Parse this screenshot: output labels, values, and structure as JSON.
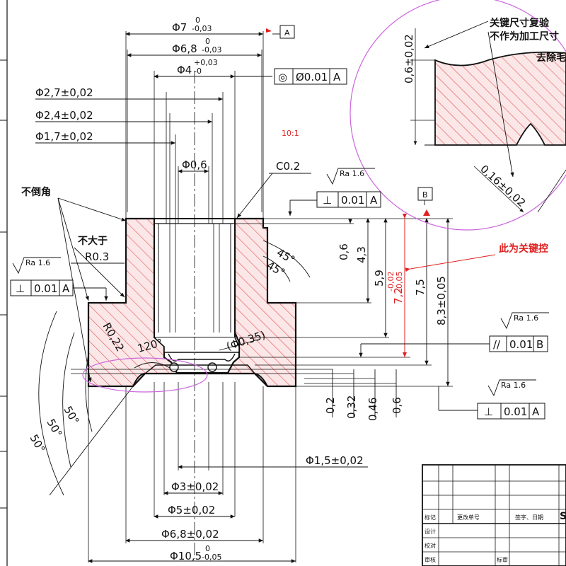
{
  "scale": "10:1",
  "datums": {
    "a": "A",
    "b": "B"
  },
  "dims": {
    "d7": "Φ7",
    "d7_tol_up": "0",
    "d7_tol_dn": "-0,03",
    "d68": "Φ6,8",
    "d68_tol_up": "0",
    "d68_tol_dn": "-0,03",
    "d4": "Φ4",
    "d4_tol_up": "+0,03",
    "d4_tol_dn": "-0",
    "d27": "Φ2,7±0,02",
    "d24": "Φ2,4±0,02",
    "d17": "Φ1,7±0,02",
    "d06": "Φ0,6",
    "c02": "C0.2",
    "d15": "Φ1,5±0,02",
    "d3": "Φ3±0,02",
    "d5": "Φ5±0,02",
    "d68b": "Φ6,8±0,02",
    "d105": "Φ10,5",
    "d105_tol_up": "0",
    "d105_tol_dn": "-0,05",
    "d035": "(Φ0,35)",
    "r03": "R0.3",
    "r022": "R0,22",
    "ang45a": "45°",
    "ang45b": "45°",
    "ang120": "120°",
    "ang50a": "50°",
    "ang50b": "50°",
    "ang50c": "50°",
    "v06": "0,6",
    "v43": "4,3",
    "v59": "5,9",
    "v72": "7,2",
    "v72_tol_up": "-0,02",
    "v72_tol_dn": "-0,05",
    "v75": "7,5",
    "v83": "8,3±0,05",
    "h02": "0,2",
    "h032": "0,32",
    "h046": "0,46",
    "h06b": "0,6",
    "detail_06": "0,6±0,02",
    "detail_016": "0,16±0,02"
  },
  "tolerances": {
    "concentricity": {
      "symbol": "◎",
      "value": "Ø0.01",
      "datum": "A"
    },
    "perp_top": {
      "symbol": "⊥",
      "value": "0.01",
      "datum": "A"
    },
    "perp_left": {
      "symbol": "⊥",
      "value": "0.01",
      "datum": "A"
    },
    "parallel": {
      "symbol": "//",
      "value": "0.01",
      "datum": "B"
    },
    "perp_bottom": {
      "symbol": "⊥",
      "value": "0.01",
      "datum": "A"
    }
  },
  "roughness": {
    "label": "Ra 1.6"
  },
  "notes": {
    "no_chamfer": "不倒角",
    "not_greater": "不大于",
    "key_check_1": "关键尺寸复验",
    "key_check_2": "不作为加工尺寸",
    "deburr": "去除毛",
    "key_control": "此为关键控"
  },
  "title_block": {
    "mark": "标记",
    "change_no": "更改单号",
    "sign_date": "签字、日期",
    "design": "设计",
    "check": "校对",
    "review": "审核",
    "standard": "标审",
    "s_mark": "S"
  },
  "colors": {
    "line": "#111111",
    "hatch": "#e05555",
    "fill": "#fbe7e7",
    "red": "#e02020",
    "ellipse": "#cc66dd"
  }
}
